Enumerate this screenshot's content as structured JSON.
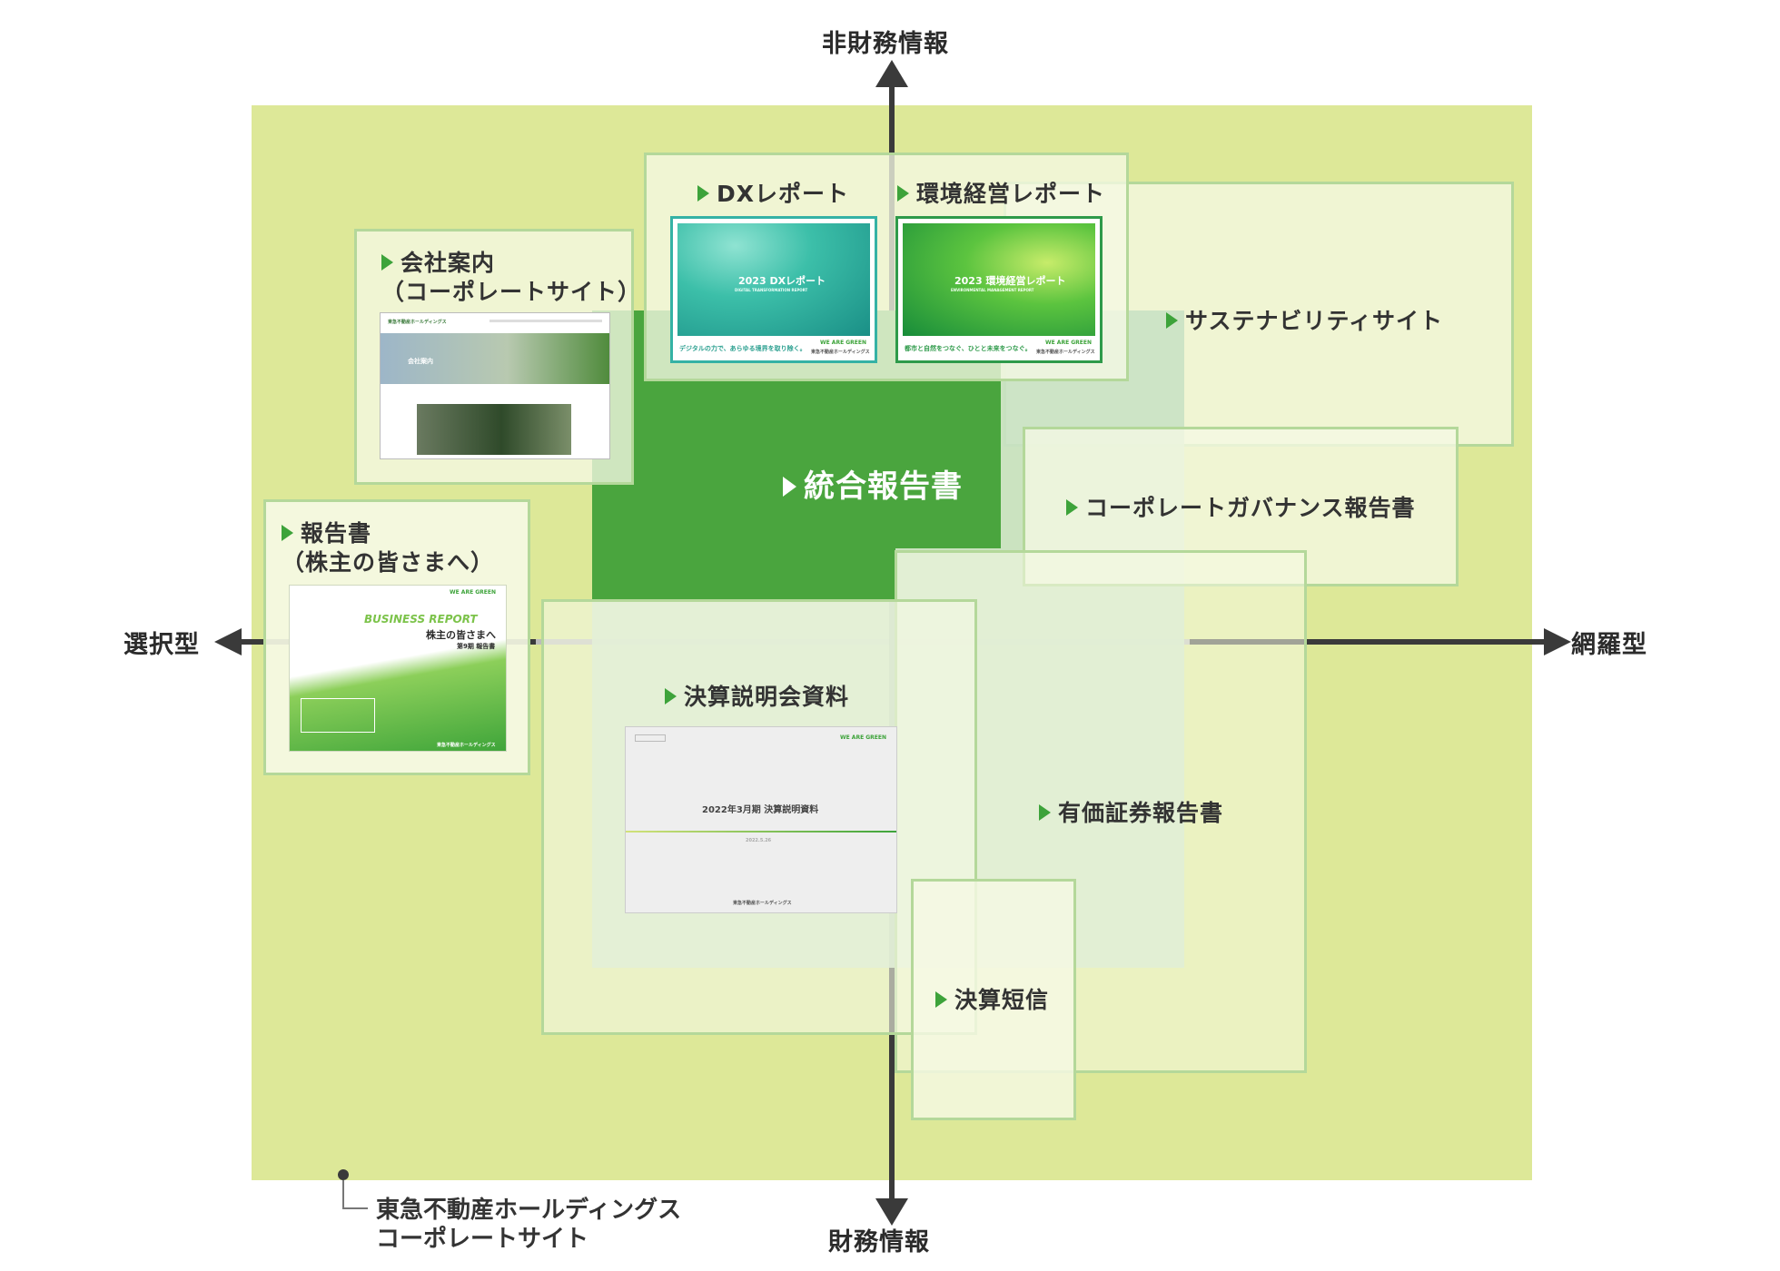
{
  "axes": {
    "top": "非財務情報",
    "bottom": "財務情報",
    "left": "選択型",
    "right": "網羅型"
  },
  "items": {
    "integrated_report": "統合報告書",
    "dx_report": "DXレポート",
    "env_report": "環境経営レポート",
    "company_profile": [
      "会社案内",
      "（コーポレートサイト）"
    ],
    "sustainability_site": "サステナビリティサイト",
    "governance_report": "コーポレートガバナンス報告書",
    "shareholder_report": [
      "報告書",
      "（株主の皆さまへ）"
    ],
    "financial_results_materials": "決算説明会資料",
    "securities_report": "有価証券報告書",
    "earnings_summary": "決算短信"
  },
  "thumbnails": {
    "dx": {
      "title": "2023 DXレポート",
      "subtitle": "DIGITAL TRANSFORMATION REPORT",
      "caption": "デジタルの力で、あらゆる境界を取り除く。",
      "brand": "WE ARE GREEN",
      "company": "東急不動産ホールディングス"
    },
    "env": {
      "title": "2023 環境経営レポート",
      "subtitle": "ENVIRONMENTAL MANAGEMENT REPORT",
      "caption": "都市と自然をつなぐ、ひとと未来をつなぐ。",
      "brand": "WE ARE GREEN",
      "company": "東急不動産ホールディングス"
    },
    "business_report": {
      "brand": "WE ARE GREEN",
      "title": "BUSINESS REPORT",
      "heading": "株主の皆さまへ",
      "term": "第9期 報告書",
      "company": "東急不動産ホールディングス"
    },
    "results": {
      "title": "2022年3月期 決算説明資料",
      "brand": "WE ARE GREEN",
      "date": "2022.5.26",
      "company": "東急不動産ホールディングス"
    },
    "corporate_site": {
      "company": "東急不動産ホールディングス",
      "hero": "会社案内"
    }
  },
  "footer": [
    "東急不動産ホールディングス",
    "コーポレートサイト"
  ],
  "colors": {
    "outer": "#dde898",
    "panel_light": "#f5f9e4",
    "panel_mid": "#c9e2c4",
    "integrated": "#4aa53e",
    "accent": "#3da33a",
    "axis": "#3a3a3a"
  }
}
